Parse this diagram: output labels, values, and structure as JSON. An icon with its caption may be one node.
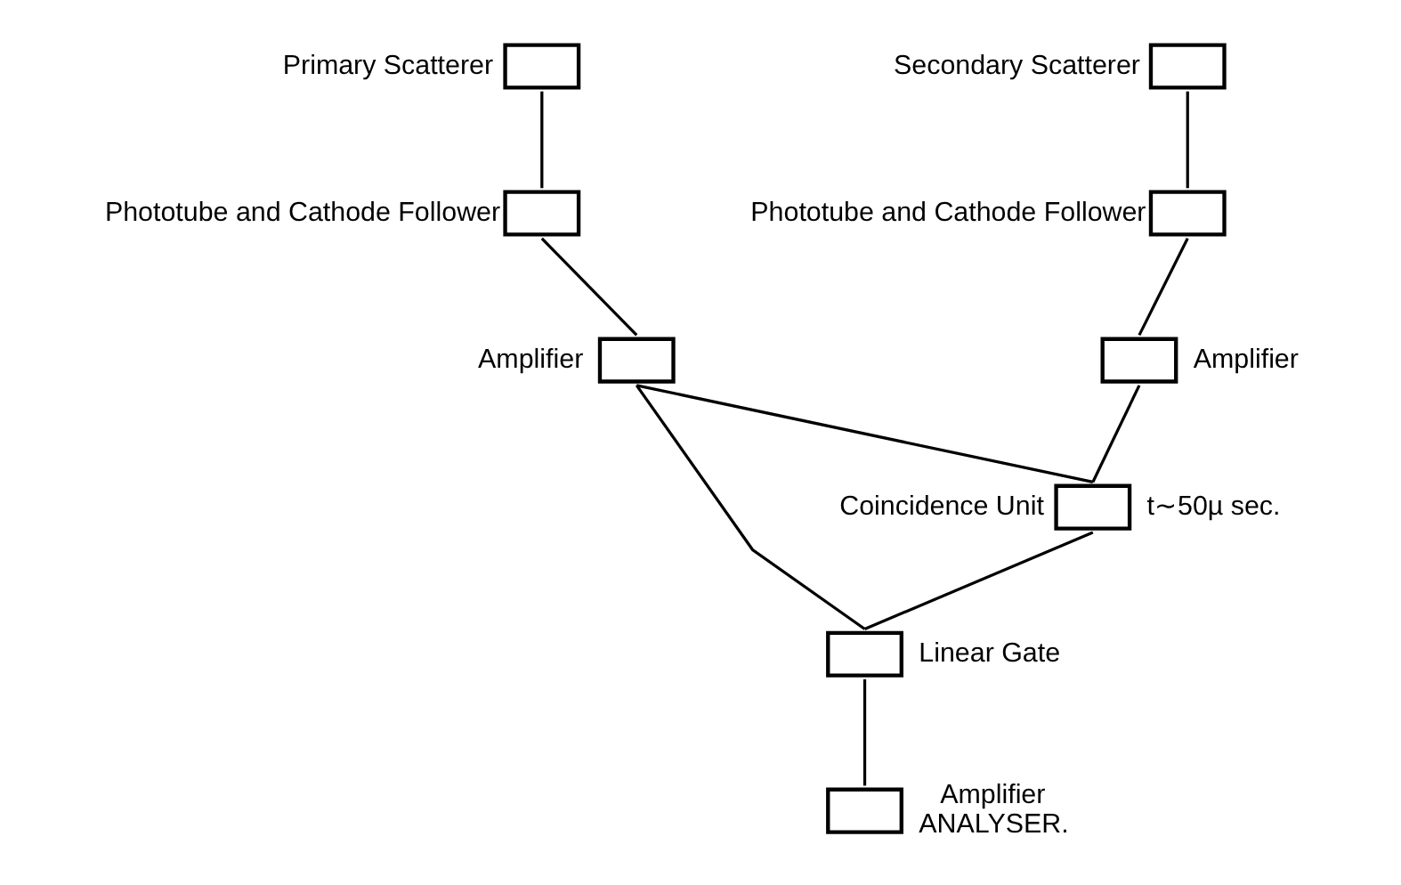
{
  "diagram": {
    "nodes": [
      {
        "text": [
          "Primary Scatterer"
        ]
      },
      {
        "text": [
          "Phototube and Cathode Follower"
        ]
      },
      {
        "text": [
          "Amplifier"
        ]
      },
      {
        "text": [
          "Secondary Scatterer"
        ]
      },
      {
        "text": [
          "Phototube and Cathode Follower"
        ]
      },
      {
        "text": [
          "Amplifier"
        ]
      },
      {
        "text": [
          "Coincidence Unit"
        ],
        "beside": [
          "t∼50µ sec."
        ]
      },
      {
        "text": [
          "Linear Gate"
        ]
      },
      {
        "text": [
          "Amplifier",
          "ANALYSER."
        ]
      }
    ],
    "edges": [
      {
        "from": 0,
        "to": 1,
        "arrow": "none"
      },
      {
        "from": 1,
        "to": 2,
        "arrow": "none"
      },
      {
        "from": 3,
        "to": 4,
        "arrow": "none"
      },
      {
        "from": 4,
        "to": 5,
        "arrow": "none"
      },
      {
        "from": 2,
        "to": 6,
        "arrow": "none"
      },
      {
        "from": 5,
        "to": 6,
        "arrow": "none"
      },
      {
        "from": 2,
        "to": 7,
        "arrow": "none"
      },
      {
        "from": 6,
        "to": 7,
        "arrow": "none"
      },
      {
        "from": 7,
        "to": 8,
        "arrow": "none"
      }
    ]
  }
}
